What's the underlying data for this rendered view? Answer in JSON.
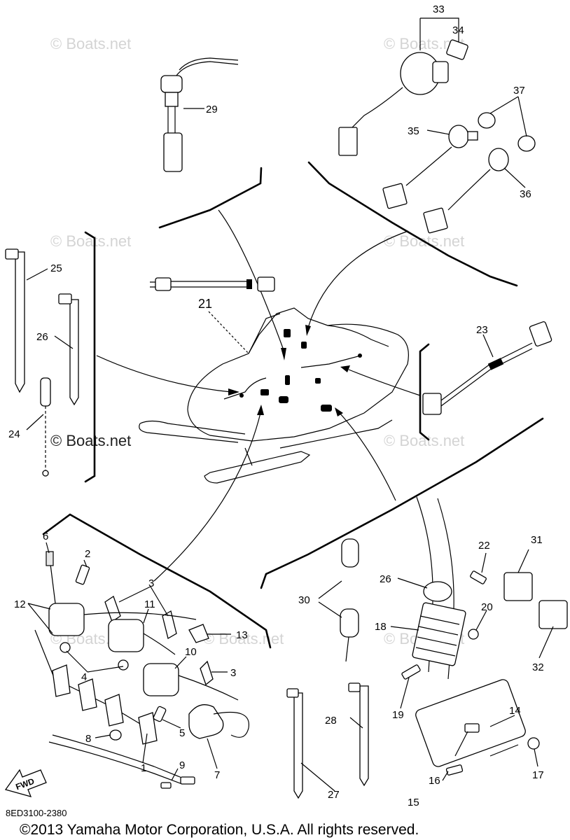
{
  "watermarks": [
    "© Boats.net",
    "© Boats.net",
    "© Boats.net",
    "© Boats.net",
    "© Boats.net",
    "© Boats.net",
    "© Boats.net",
    "© Boats.net"
  ],
  "watermark_dark": "© Boats.net",
  "diagram_code": "8ED3100-2380",
  "copyright": "©2013 Yamaha Motor Corporation, U.S.A. All rights reserved.",
  "fwd_label": "FWD",
  "callouts": {
    "c1": "1",
    "c2": "2",
    "c3a": "3",
    "c3b": "3",
    "c4": "4",
    "c5": "5",
    "c6": "6",
    "c7": "7",
    "c8": "8",
    "c9": "9",
    "c10": "10",
    "c11": "11",
    "c12": "12",
    "c13": "13",
    "c14": "14",
    "c15": "15",
    "c16": "16",
    "c17": "17",
    "c18": "18",
    "c19": "19",
    "c20": "20",
    "c21": "21",
    "c22": "22",
    "c23": "23",
    "c24": "24",
    "c25": "25",
    "c26a": "26",
    "c26b": "26",
    "c27": "27",
    "c28": "28",
    "c29": "29",
    "c30": "30",
    "c31": "31",
    "c32": "32",
    "c33": "33",
    "c34": "34",
    "c35": "35",
    "c36": "36",
    "c37": "37"
  }
}
